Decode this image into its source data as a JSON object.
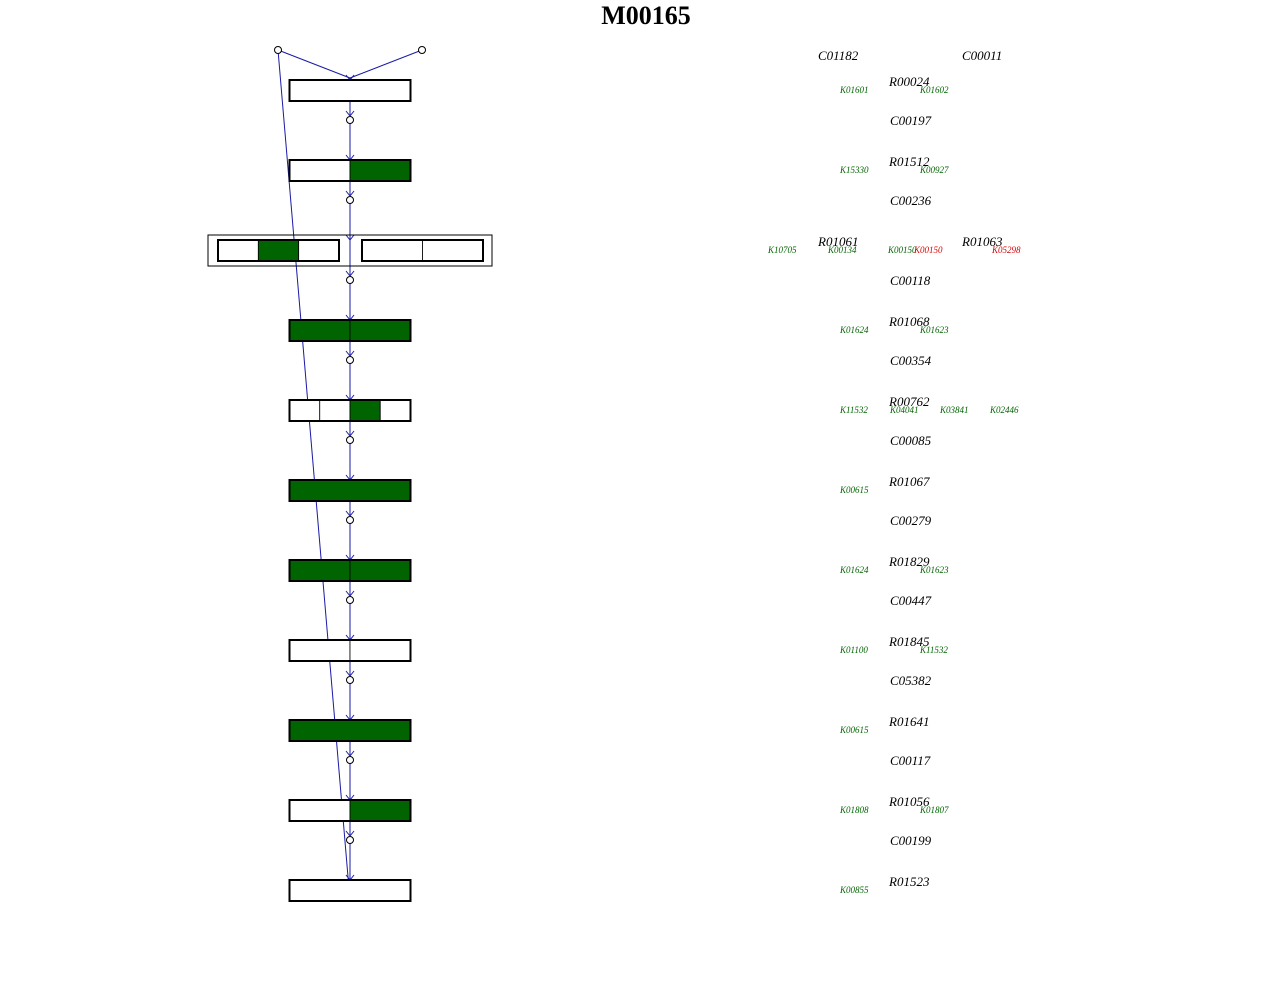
{
  "title": "M00165",
  "colors": {
    "present": "#006400",
    "absent": "#ffffff",
    "missing_ko": "#dd0000",
    "ko": "#006400",
    "edge": "#1a1aa6"
  },
  "steps": [
    {
      "left_compounds": [
        "C01182"
      ],
      "right_compound": "C00011",
      "reactions": [
        "R00024"
      ],
      "groups": [
        [
          false
        ]
      ],
      "kos": [
        {
          "id": "K01601",
          "status": "present"
        },
        {
          "id": "K01602",
          "status": "present"
        }
      ]
    },
    {
      "compound": "C00197",
      "reactions": [
        "R01512"
      ],
      "groups": [
        [
          false,
          true
        ]
      ],
      "kos": [
        {
          "id": "K15330",
          "status": "present"
        },
        {
          "id": "K00927",
          "status": "present"
        }
      ]
    },
    {
      "compound": "C00236",
      "reactions": [
        "R01061",
        "R01063"
      ],
      "groups": [
        [
          false,
          true,
          false
        ],
        [
          false,
          false
        ]
      ],
      "kos": [
        {
          "id": "K10705",
          "status": "present"
        },
        {
          "id": "K00134",
          "status": "present"
        },
        {
          "id": "K00150",
          "status": "present"
        },
        {
          "id": "K00150",
          "status": "missing"
        },
        {
          "id": "K05298",
          "status": "missing"
        }
      ]
    },
    {
      "compound": "C00118",
      "reactions": [
        "R01068"
      ],
      "groups": [
        [
          true,
          true
        ]
      ],
      "kos": [
        {
          "id": "K01624",
          "status": "present"
        },
        {
          "id": "K01623",
          "status": "present"
        }
      ]
    },
    {
      "compound": "C00354",
      "reactions": [
        "R00762"
      ],
      "groups": [
        [
          false,
          false,
          true,
          false
        ]
      ],
      "kos": [
        {
          "id": "K11532",
          "status": "present"
        },
        {
          "id": "K04041",
          "status": "present"
        },
        {
          "id": "K03841",
          "status": "present"
        },
        {
          "id": "K02446",
          "status": "present"
        }
      ]
    },
    {
      "compound": "C00085",
      "reactions": [
        "R01067"
      ],
      "groups": [
        [
          true
        ]
      ],
      "kos": [
        {
          "id": "K00615",
          "status": "present"
        }
      ]
    },
    {
      "compound": "C00279",
      "reactions": [
        "R01829"
      ],
      "groups": [
        [
          true,
          true
        ]
      ],
      "kos": [
        {
          "id": "K01624",
          "status": "present"
        },
        {
          "id": "K01623",
          "status": "present"
        }
      ]
    },
    {
      "compound": "C00447",
      "reactions": [
        "R01845"
      ],
      "groups": [
        [
          false,
          false
        ]
      ],
      "kos": [
        {
          "id": "K01100",
          "status": "present"
        },
        {
          "id": "K11532",
          "status": "present"
        }
      ]
    },
    {
      "compound": "C05382",
      "reactions": [
        "R01641"
      ],
      "groups": [
        [
          true
        ]
      ],
      "kos": [
        {
          "id": "K00615",
          "status": "present"
        }
      ]
    },
    {
      "compound": "C00117",
      "reactions": [
        "R01056"
      ],
      "groups": [
        [
          false,
          true
        ]
      ],
      "kos": [
        {
          "id": "K01808",
          "status": "present"
        },
        {
          "id": "K01807",
          "status": "present"
        }
      ]
    },
    {
      "compound": "C00199",
      "reactions": [
        "R01523"
      ],
      "groups": [
        [
          false
        ]
      ],
      "kos": [
        {
          "id": "K00855",
          "status": "present"
        }
      ]
    }
  ]
}
